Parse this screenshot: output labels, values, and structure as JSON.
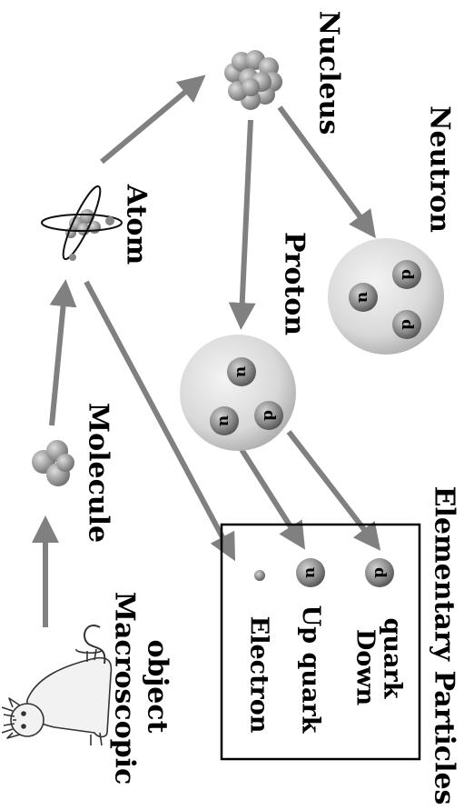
{
  "labels": {
    "macroscopic": "Macroscopic",
    "object": "object",
    "molecule": "Molecule",
    "atom": "Atom",
    "nucleus": "Nucleus",
    "proton": "Proton",
    "neutron": "Neutron",
    "elementary_particles": "Elementary Particles",
    "electron": "Electron",
    "up_quark": "Up quark",
    "down": "Down",
    "quark": "quark"
  },
  "quark_letters": {
    "up": "u",
    "down": "d"
  },
  "colors": {
    "arrow": "#808080",
    "text": "#000000",
    "sphere_light": "#f2f2f2",
    "sphere_dark": "#b4b4b4",
    "quark_light": "#c8c8c8",
    "quark_dark": "#555555",
    "box_border": "#000000"
  }
}
